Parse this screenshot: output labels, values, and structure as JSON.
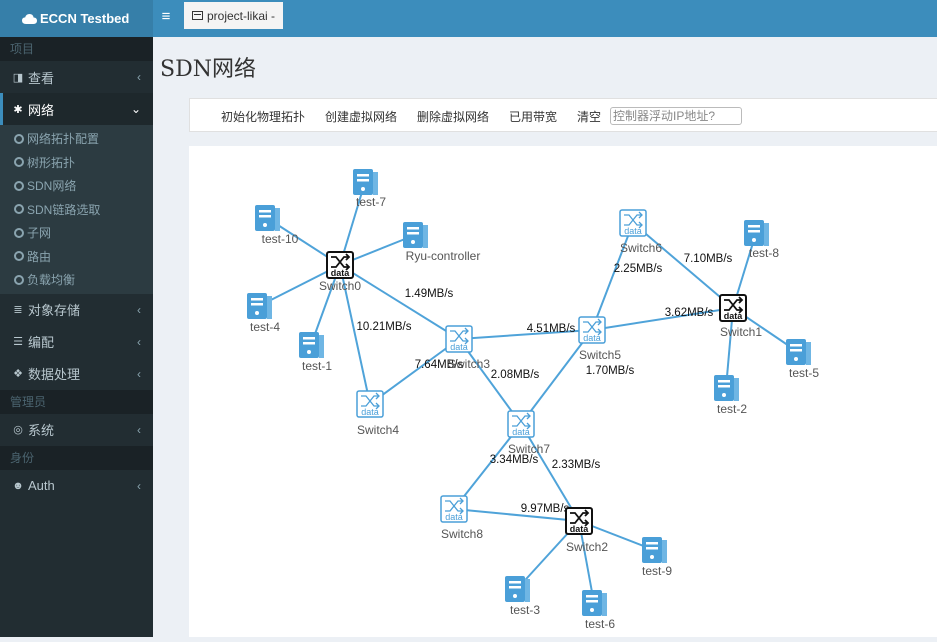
{
  "app": {
    "brand": "ECCN Testbed",
    "project_tab": "project-likai -"
  },
  "sidebar": {
    "section_project": "项目",
    "view": "查看",
    "network": "网络",
    "network_sub": [
      "网络拓扑配置",
      "树形拓扑",
      "SDN网络",
      "SDN链路选取",
      "子网",
      "路由",
      "负载均衡"
    ],
    "object_storage": "对象存储",
    "orchestration": "编配",
    "data_processing": "数据处理",
    "section_admin": "管理员",
    "system": "系统",
    "section_identity": "身份",
    "auth": "Auth"
  },
  "page": {
    "title": "SDN网络"
  },
  "toolbar": {
    "buttons": [
      "初始化物理拓扑",
      "创建虚拟网络",
      "删除虚拟网络",
      "已用带宽",
      "清空"
    ],
    "ip_placeholder": "控制器浮动IP地址?"
  },
  "topology": {
    "nodes": [
      {
        "id": "Switch0",
        "label": "Switch0",
        "kind": "switch-active"
      },
      {
        "id": "Switch1",
        "label": "Switch1",
        "kind": "switch-active"
      },
      {
        "id": "Switch2",
        "label": "Switch2",
        "kind": "switch-active"
      },
      {
        "id": "Switch3",
        "label": "Switch3",
        "kind": "switch"
      },
      {
        "id": "Switch4",
        "label": "Switch4",
        "kind": "switch"
      },
      {
        "id": "Switch5",
        "label": "Switch5",
        "kind": "switch"
      },
      {
        "id": "Switch6",
        "label": "Switch6",
        "kind": "switch"
      },
      {
        "id": "Switch7",
        "label": "Switch7",
        "kind": "switch"
      },
      {
        "id": "Switch8",
        "label": "Switch8",
        "kind": "switch"
      },
      {
        "id": "test-7",
        "label": "test-7",
        "kind": "host"
      },
      {
        "id": "test-10",
        "label": "test-10",
        "kind": "host"
      },
      {
        "id": "Ryu-controller",
        "label": "Ryu-controller",
        "kind": "host"
      },
      {
        "id": "test-4",
        "label": "test-4",
        "kind": "host"
      },
      {
        "id": "test-1",
        "label": "test-1",
        "kind": "host"
      },
      {
        "id": "test-8",
        "label": "test-8",
        "kind": "host"
      },
      {
        "id": "test-5",
        "label": "test-5",
        "kind": "host"
      },
      {
        "id": "test-2",
        "label": "test-2",
        "kind": "host"
      },
      {
        "id": "test-9",
        "label": "test-9",
        "kind": "host"
      },
      {
        "id": "test-3",
        "label": "test-3",
        "kind": "host"
      },
      {
        "id": "test-6",
        "label": "test-6",
        "kind": "host"
      }
    ],
    "links": [
      {
        "from": "Switch0",
        "to": "test-7",
        "label": ""
      },
      {
        "from": "Switch0",
        "to": "test-10",
        "label": ""
      },
      {
        "from": "Switch0",
        "to": "Ryu-controller",
        "label": ""
      },
      {
        "from": "Switch0",
        "to": "test-4",
        "label": ""
      },
      {
        "from": "Switch0",
        "to": "test-1",
        "label": ""
      },
      {
        "from": "Switch0",
        "to": "Switch3",
        "label": "1.49MB/s"
      },
      {
        "from": "Switch0",
        "to": "Switch4",
        "label": "10.21MB/s"
      },
      {
        "from": "Switch3",
        "to": "Switch4",
        "label": "7.64MB/s"
      },
      {
        "from": "Switch3",
        "to": "Switch5",
        "label": "4.51MB/s"
      },
      {
        "from": "Switch3",
        "to": "Switch7",
        "label": "2.08MB/s"
      },
      {
        "from": "Switch5",
        "to": "Switch6",
        "label": "2.25MB/s"
      },
      {
        "from": "Switch5",
        "to": "Switch1",
        "label": "3.62MB/s"
      },
      {
        "from": "Switch5",
        "to": "Switch7",
        "label": "1.70MB/s"
      },
      {
        "from": "Switch6",
        "to": "Switch1",
        "label": "7.10MB/s"
      },
      {
        "from": "Switch1",
        "to": "test-8",
        "label": ""
      },
      {
        "from": "Switch1",
        "to": "test-5",
        "label": ""
      },
      {
        "from": "Switch1",
        "to": "test-2",
        "label": ""
      },
      {
        "from": "Switch7",
        "to": "Switch8",
        "label": "3.34MB/s"
      },
      {
        "from": "Switch7",
        "to": "Switch2",
        "label": "2.33MB/s"
      },
      {
        "from": "Switch8",
        "to": "Switch2",
        "label": "9.97MB/s"
      },
      {
        "from": "Switch2",
        "to": "test-9",
        "label": ""
      },
      {
        "from": "Switch2",
        "to": "test-3",
        "label": ""
      },
      {
        "from": "Switch2",
        "to": "test-6",
        "label": ""
      }
    ],
    "switch_text": "data",
    "colors": {
      "link": "#4fa3d9",
      "switch": "#4a9fd8",
      "switch_active": "#111111",
      "host": "#4a9fd8",
      "label": "#555555"
    }
  }
}
